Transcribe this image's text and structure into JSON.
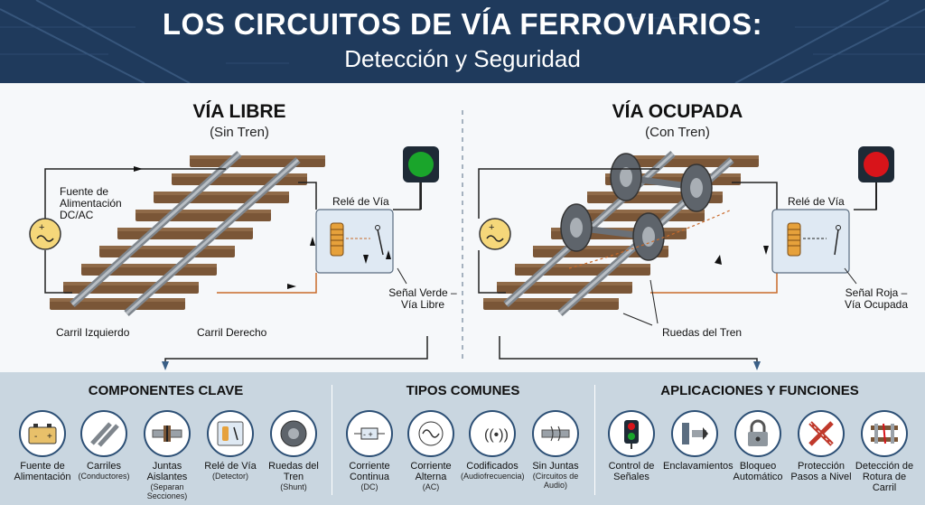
{
  "header": {
    "title": "LOS CIRCUITOS DE VÍA FERROVIARIOS:",
    "subtitle": "Detección y Seguridad"
  },
  "free": {
    "title": "VÍA LIBRE",
    "subtitle": "(Sin Tren)",
    "source": "Fuente de Alimentación DC/AC",
    "relay": "Relé de Vía",
    "signal": "Señal Verde – Vía Libre",
    "left_rail": "Carril Izquierdo",
    "right_rail": "Carril Derecho",
    "signal_color": "#1aa52b"
  },
  "occupied": {
    "title": "VÍA OCUPADA",
    "subtitle": "(Con Tren)",
    "relay": "Relé de Vía",
    "signal": "Señal Roja – Vía Ocupada",
    "wheels": "Ruedas del Tren",
    "signal_color": "#d8141a"
  },
  "sections": {
    "components": {
      "title": "COMPONENTES CLAVE",
      "items": [
        {
          "icon": "battery-icon",
          "label": "Fuente de Alimentación",
          "sub": ""
        },
        {
          "icon": "rails-icon",
          "label": "Carriles",
          "sub": "(Conductores)"
        },
        {
          "icon": "insulated-joint-icon",
          "label": "Juntas Aislantes",
          "sub": "(Separan Secciones)"
        },
        {
          "icon": "relay-icon",
          "label": "Relé de Vía",
          "sub": "(Detector)"
        },
        {
          "icon": "wheel-icon",
          "label": "Ruedas del Tren",
          "sub": "(Shunt)"
        }
      ]
    },
    "types": {
      "title": "TIPOS COMUNES",
      "items": [
        {
          "icon": "dc-icon",
          "label": "Corriente Continua",
          "sub": "(DC)"
        },
        {
          "icon": "ac-icon",
          "label": "Corriente Alterna",
          "sub": "(AC)"
        },
        {
          "icon": "coded-signal-icon",
          "label": "Codificados",
          "sub": "(Audiofrecuencia)"
        },
        {
          "icon": "jointless-icon",
          "label": "Sin Juntas",
          "sub": "(Circuitos de Audio)"
        }
      ]
    },
    "applications": {
      "title": "APLICACIONES Y FUNCIONES",
      "items": [
        {
          "icon": "traffic-signal-icon",
          "label": "Control de Señales",
          "sub": ""
        },
        {
          "icon": "interlocking-icon",
          "label": "Enclavamientos",
          "sub": ""
        },
        {
          "icon": "lock-icon",
          "label": "Bloqueo Automático",
          "sub": ""
        },
        {
          "icon": "crossing-icon",
          "label": "Protección Pasos a Nivel",
          "sub": ""
        },
        {
          "icon": "broken-rail-icon",
          "label": "Detección de Rotura de Carril",
          "sub": ""
        }
      ]
    }
  },
  "colors": {
    "header_bg": "#1f3a5c",
    "accent": "#2c4f75",
    "tie": "#7a5637",
    "rail": "#9aa1a8",
    "relay_box": "#dfe9f3",
    "wire": "#c96a2a",
    "bottom_bg": "#c9d6e0"
  }
}
